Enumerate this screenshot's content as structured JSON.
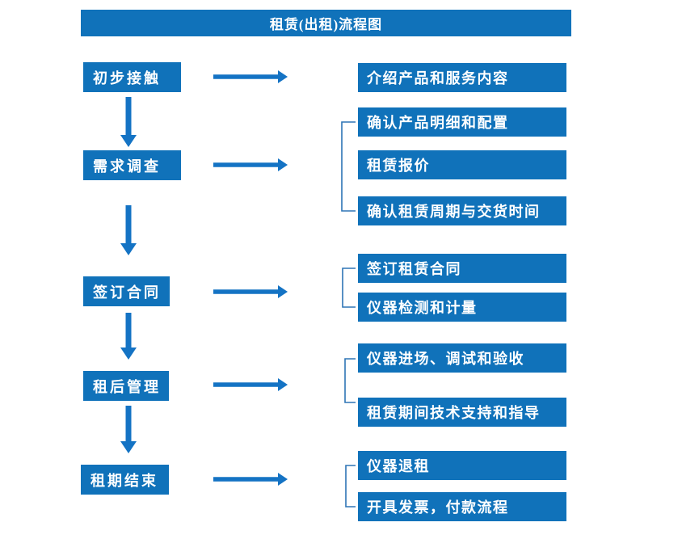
{
  "title": "租赁(出租)流程图",
  "colors": {
    "box_fill": "#1072BA",
    "arrow": "#1473C4",
    "bracket": "#2E75B6",
    "text": "#FFFFFF",
    "background": "#FFFFFF"
  },
  "left_steps": [
    {
      "label": "初步接触"
    },
    {
      "label": "需求调查"
    },
    {
      "label": "签订合同"
    },
    {
      "label": "租后管理"
    },
    {
      "label": "租期结束"
    }
  ],
  "right_groups": [
    {
      "items": [
        "介绍产品和服务内容"
      ]
    },
    {
      "items": [
        "确认产品明细和配置",
        "租赁报价",
        "确认租赁周期与交货时间"
      ]
    },
    {
      "items": [
        "签订租赁合同",
        "仪器检测和计量"
      ]
    },
    {
      "items": [
        "仪器进场、调试和验收",
        "租赁期间技术支持和指导"
      ]
    },
    {
      "items": [
        "仪器退租",
        "开具发票，付款流程"
      ]
    }
  ]
}
